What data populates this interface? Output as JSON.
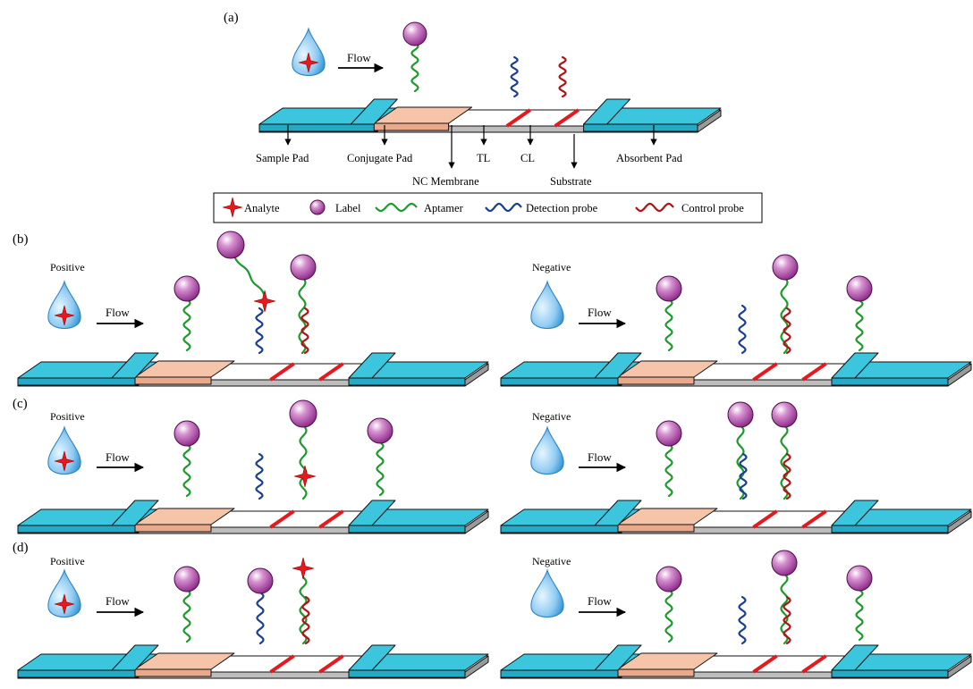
{
  "panels": [
    {
      "label": "(a)"
    },
    {
      "label": "(b)",
      "left_state": "Positive",
      "right_state": "Negative"
    },
    {
      "label": "(c)",
      "left_state": "Positive",
      "right_state": "Negative"
    },
    {
      "label": "(d)",
      "left_state": "Positive",
      "right_state": "Negative"
    }
  ],
  "flow_label": "Flow",
  "strip_parts": {
    "sample_pad": "Sample Pad",
    "conjugate_pad": "Conjugate Pad",
    "nc_membrane": "NC Membrane",
    "tl": "TL",
    "cl": "CL",
    "substrate": "Substrate",
    "absorbent_pad": "Absorbent Pad"
  },
  "legend": {
    "analyte": "Analyte",
    "label": "Label",
    "aptamer": "Aptamer",
    "detection_probe": "Detection probe",
    "control_probe": "Control probe"
  },
  "colors": {
    "pad": "#3cc6de",
    "conjugate": "#f6c4a9",
    "line": "#e8191e",
    "aptamer": "#1c9a2a",
    "detection": "#1b3f94",
    "control": "#b01218",
    "label_ball": "#a23a9e",
    "substrate": "#bdbdbd"
  }
}
